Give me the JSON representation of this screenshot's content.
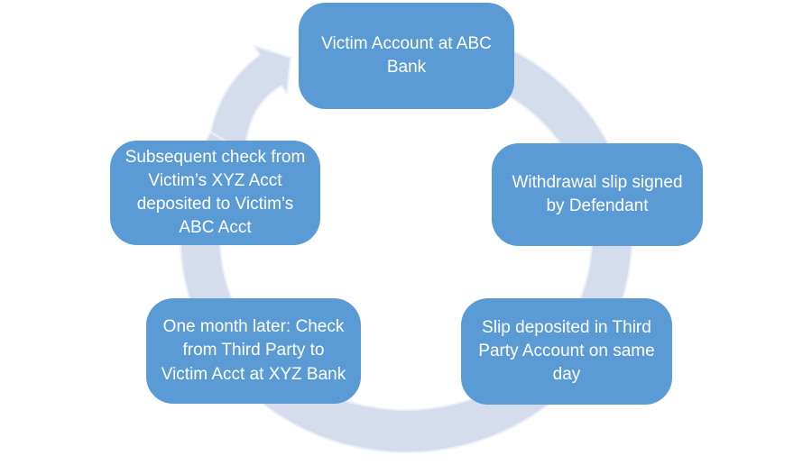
{
  "diagram": {
    "type": "cycle",
    "direction": "clockwise",
    "nodes": [
      {
        "label": "Victim Account at ABC Bank"
      },
      {
        "label": "Withdrawal slip signed by Defendant"
      },
      {
        "label": "Slip deposited in Third Party Account on same day"
      },
      {
        "label": "One month later: Check from Third Party to Victim Acct at XYZ Bank"
      },
      {
        "label": "Subsequent check from Victim’s XYZ Acct deposited to Victim’s ABC Acct"
      }
    ],
    "colors": {
      "node_fill": "#5B9BD5",
      "node_text": "#FFFFFF",
      "ring_fill": "#D5DDED",
      "ring_edge": "#EAEFF8",
      "background": "#FFFFFF"
    }
  }
}
